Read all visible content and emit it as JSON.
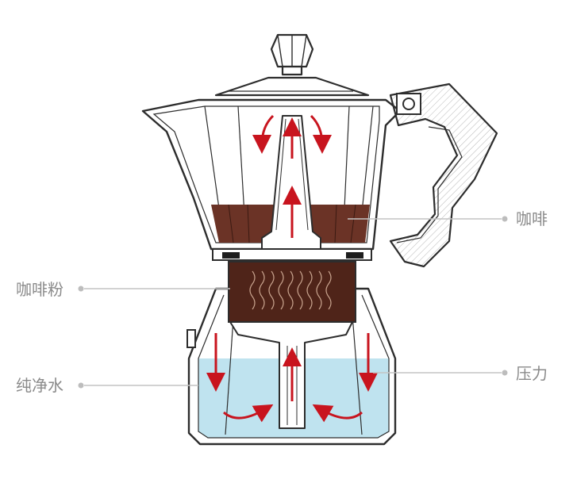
{
  "labels": {
    "coffee": "咖啡",
    "grounds": "咖啡粉",
    "water": "纯净水",
    "pressure": "压力"
  },
  "colors": {
    "outline": "#2d2d2d",
    "coffee": "#6b3326",
    "grounds": "#4f2419",
    "grounds_lines": "#c9a48f",
    "water": "#bfe3ef",
    "arrow": "#c8141e",
    "leader": "#c4c4c4",
    "label": "#8a8a8a"
  }
}
